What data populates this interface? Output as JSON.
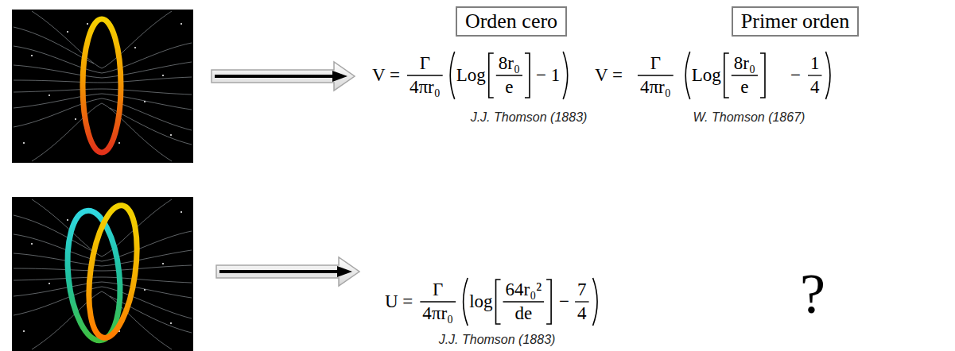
{
  "diagram": {
    "nodes": [
      {
        "text": [
          "Orden cero"
        ]
      },
      {
        "text": [
          "Primer orden"
        ]
      }
    ],
    "labels": [
      "V =",
      "Γ",
      "4πr₀",
      "Log",
      "8r₀",
      "e",
      "− 1",
      "J.J. Thomson (1883)",
      "V =",
      "Γ",
      "4πr₀",
      "Log",
      "8r₀",
      "e",
      "−",
      "1",
      "4",
      "W. Thomson (1867)",
      "U =",
      "Γ",
      "4πr₀",
      "log",
      "64r₀²",
      "de",
      "−",
      "7",
      "4",
      "J.J. Thomson (1883)",
      "?"
    ]
  }
}
